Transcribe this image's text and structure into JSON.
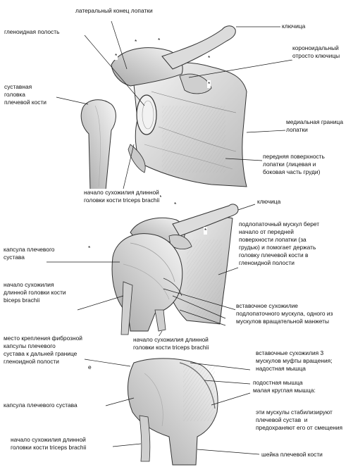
{
  "labels": {
    "lateral_end_scapula": "латеральный конец лопатки",
    "glenoid_cavity": "гленоидная полость",
    "clavicle_top": "ключица",
    "coracoid_process": "короноидальный\nотросто ключицы",
    "humeral_head": "суставная\nголовка\nплечевой кости",
    "medial_border": "медиальная граница\nлопатки",
    "anterior_surface": "передняя поверхность\nлопатки (лицевая и\nбоковая часть груди)",
    "triceps_origin_top": "начало сухожилия длинной\nголовки кости triceps brachii",
    "clavicle_mid": "ключица",
    "subscapularis_desc": "подлопаточный мускул берет\nначало от передней\nповерхности лопатки (за\nгрудью) и помогает держать\nголовку плечевой кости в\nгленоидной полости",
    "joint_capsule_mid": "капсула плечевого\nсустава",
    "biceps_origin": "начало сухожилия\nдлинной головки кости\nbiceps brachii",
    "subscap_insertion": "вставочное сухожилие\nподлопаточного мускула, одного из\nмускулов вращательной манжеты",
    "fibrous_capsule_attachment": "место крепления фиброзной\nкапсулы плечевого\nсустава к дальней границе\nгленоидной полости",
    "triceps_origin_mid": "начало сухожилия длинной\nголовки кости triceps brachii",
    "rotator_cuff_tendons": "вставочные сухожилия 3\nмускулов муфты вращения;\nнадостная мышца",
    "infraspinatus_teres": "подостная мышца\nмалая круглая мышца:",
    "stabilize_note": "эти мускулы стабилизируют\nплечевой сустав  и\nпредохраняют его от смещения",
    "joint_capsule_bottom": "капсула плечевого сустава",
    "triceps_origin_bottom": "начало сухожилия длинной\nголовки кости triceps brachii",
    "humerus_neck": "шейка плечевой кости"
  },
  "markers": {
    "star": "*",
    "e": "е"
  },
  "colors": {
    "ink": "#111111",
    "bone_fill": "#e4e4e4",
    "bone_shade": "#9a9a9a",
    "leader": "#1a1a1a"
  }
}
